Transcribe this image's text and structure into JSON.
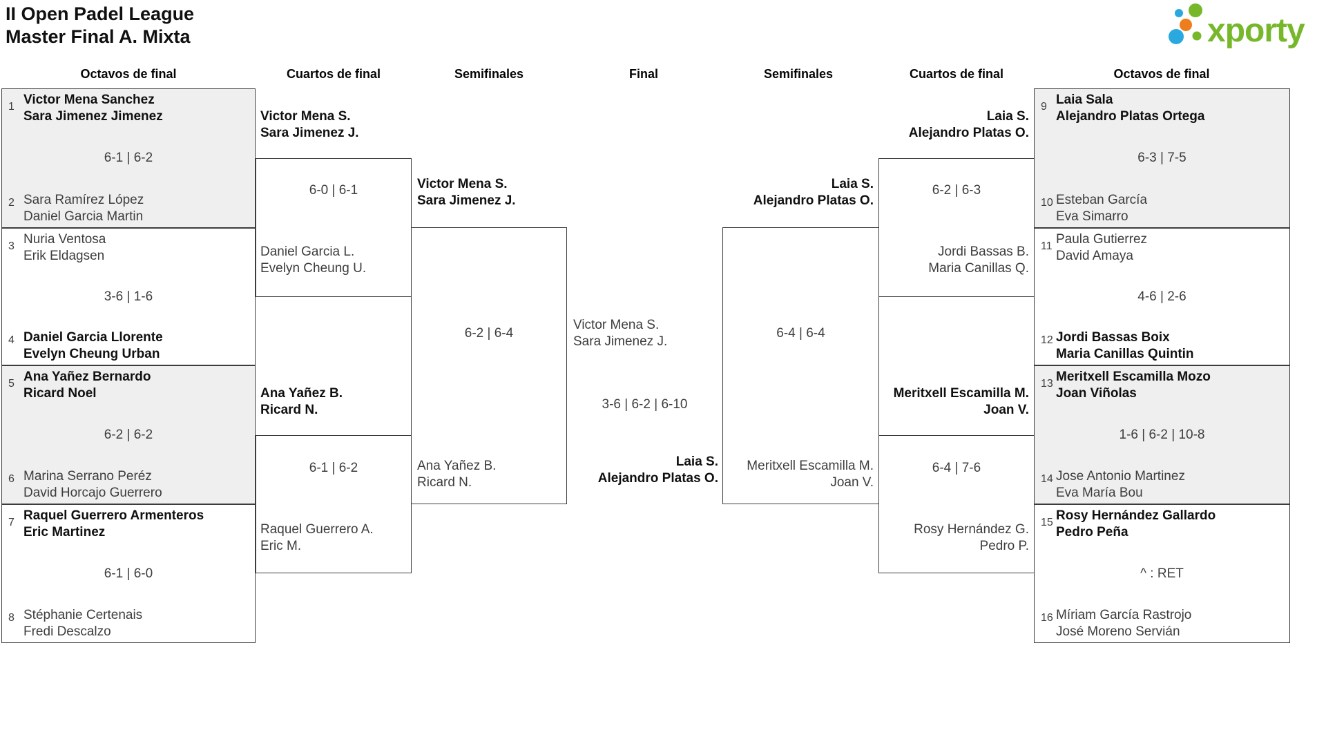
{
  "title": {
    "line1": "II Open Padel League",
    "line2": "Master Final A. Mixta"
  },
  "logo": {
    "text": "xporty",
    "green": "#76b82a",
    "blue": "#2aa9e0",
    "orange": "#ee7d1b"
  },
  "colors": {
    "box_grey": "#efefef",
    "border": "#3c3c3c",
    "text_regular": "#3d3d3d",
    "text_winner": "#101010"
  },
  "headers": [
    "Octavos de final",
    "Cuartos de final",
    "Semifinales",
    "Final",
    "Semifinales",
    "Cuartos de final",
    "Octavos de final"
  ],
  "r16": [
    {
      "seed_top": "1",
      "team_top_1": "Victor Mena Sanchez",
      "team_top_2": "Sara Jimenez Jimenez",
      "score": "6-1 | 6-2",
      "seed_bottom": "2",
      "team_bottom_1": "Sara Ramírez López",
      "team_bottom_2": "Daniel Garcia Martin",
      "winner": "top"
    },
    {
      "seed_top": "3",
      "team_top_1": "Nuria Ventosa",
      "team_top_2": "Erik Eldagsen",
      "score": "3-6 | 1-6",
      "seed_bottom": "4",
      "team_bottom_1": "Daniel Garcia Llorente",
      "team_bottom_2": "Evelyn Cheung Urban",
      "winner": "bottom"
    },
    {
      "seed_top": "5",
      "team_top_1": "Ana Yañez Bernardo",
      "team_top_2": "Ricard Noel",
      "score": "6-2 | 6-2",
      "seed_bottom": "6",
      "team_bottom_1": "Marina Serrano Peréz",
      "team_bottom_2": "David Horcajo Guerrero",
      "winner": "top"
    },
    {
      "seed_top": "7",
      "team_top_1": "Raquel Guerrero Armenteros",
      "team_top_2": "Eric Martinez",
      "score": "6-1 | 6-0",
      "seed_bottom": "8",
      "team_bottom_1": "Stéphanie Certenais",
      "team_bottom_2": "Fredi Descalzo",
      "winner": "top"
    },
    {
      "seed_top": "9",
      "team_top_1": "Laia Sala",
      "team_top_2": "Alejandro Platas Ortega",
      "score": "6-3 | 7-5",
      "seed_bottom": "10",
      "team_bottom_1": "Esteban García",
      "team_bottom_2": "Eva Simarro",
      "winner": "top"
    },
    {
      "seed_top": "11",
      "team_top_1": "Paula Gutierrez",
      "team_top_2": "David Amaya",
      "score": "4-6 | 2-6",
      "seed_bottom": "12",
      "team_bottom_1": "Jordi Bassas Boix",
      "team_bottom_2": "Maria Canillas Quintin",
      "winner": "bottom"
    },
    {
      "seed_top": "13",
      "team_top_1": "Meritxell Escamilla Mozo",
      "team_top_2": "Joan Viñolas",
      "score": "1-6 | 6-2 | 10-8",
      "seed_bottom": "14",
      "team_bottom_1": "Jose Antonio Martinez",
      "team_bottom_2": "Eva María Bou",
      "winner": "top"
    },
    {
      "seed_top": "15",
      "team_top_1": "Rosy Hernández Gallardo",
      "team_top_2": "Pedro Peña",
      "score": "^ : RET",
      "seed_bottom": "16",
      "team_bottom_1": "Míriam García Rastrojo",
      "team_bottom_2": "José Moreno Servián",
      "winner": "top"
    }
  ],
  "qf": [
    {
      "winner_1": "Victor Mena S.",
      "winner_2": "Sara Jimenez J.",
      "score": "6-0 | 6-1",
      "loser_1": "Daniel Garcia L.",
      "loser_2": "Evelyn Cheung U."
    },
    {
      "winner_1": "Ana Yañez B.",
      "winner_2": "Ricard N.",
      "score": "6-1 | 6-2",
      "loser_1": "Raquel Guerrero A.",
      "loser_2": "Eric M."
    },
    {
      "winner_1": "Laia S.",
      "winner_2": "Alejandro Platas O.",
      "score": "6-2 | 6-3",
      "loser_1": "Jordi Bassas B.",
      "loser_2": "Maria Canillas Q."
    },
    {
      "winner_1": "Meritxell Escamilla M.",
      "winner_2": "Joan V.",
      "score": "6-4 | 7-6",
      "loser_1": "Rosy Hernández G.",
      "loser_2": "Pedro P."
    }
  ],
  "sf": [
    {
      "winner_1": "Victor Mena S.",
      "winner_2": "Sara Jimenez J.",
      "score": "6-2 | 6-4",
      "loser_1": "Ana Yañez B.",
      "loser_2": "Ricard N."
    },
    {
      "winner_1": "Laia S.",
      "winner_2": "Alejandro Platas O.",
      "score": "6-4 | 6-4",
      "loser_1": "Meritxell Escamilla M.",
      "loser_2": "Joan V."
    }
  ],
  "final": {
    "finalist_1": "Victor Mena S.",
    "finalist_2": "Sara Jimenez J.",
    "score": "3-6 | 6-2 | 6-10",
    "winner_1": "Laia S.",
    "winner_2": "Alejandro Platas O."
  }
}
